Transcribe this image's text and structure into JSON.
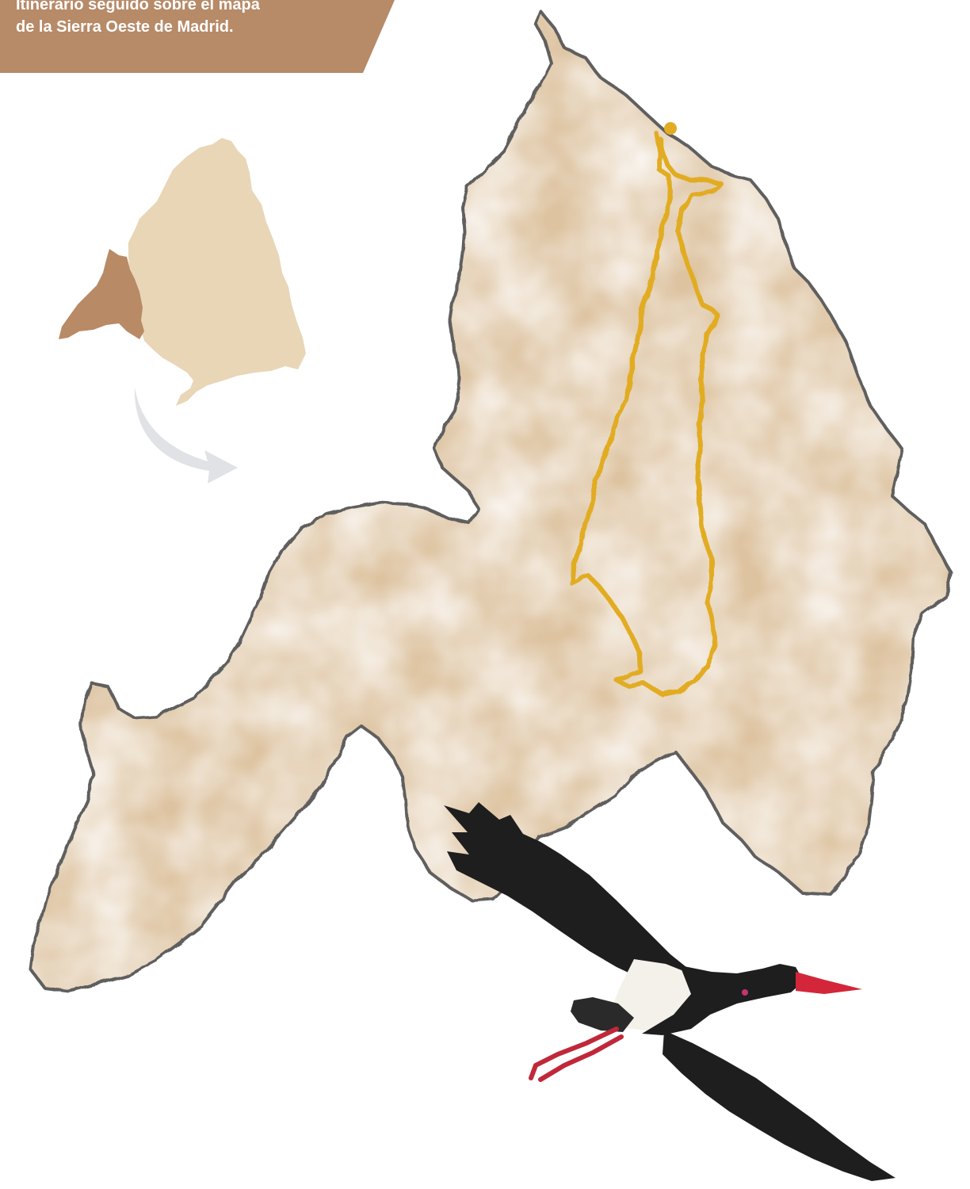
{
  "caption": {
    "line1": "Itinerario seguido sobre el mapa",
    "line2": "de la Sierra Oeste de Madrid."
  },
  "colors": {
    "banner": "#b78a68",
    "highlight_region": "#b88a66",
    "community_region": "#e8d6b6",
    "map_wash": "#ddc3a0",
    "map_outline": "#5f5f5f",
    "route": "#e2ac22",
    "arrow": "#e0e2e6",
    "stork_body": "#1e1e1e",
    "stork_beak": "#d4263a"
  },
  "icons": {
    "route_start": "route-start-marker-icon",
    "locator_arrow": "curved-arrow-icon",
    "stork": "black-stork-illustration"
  }
}
